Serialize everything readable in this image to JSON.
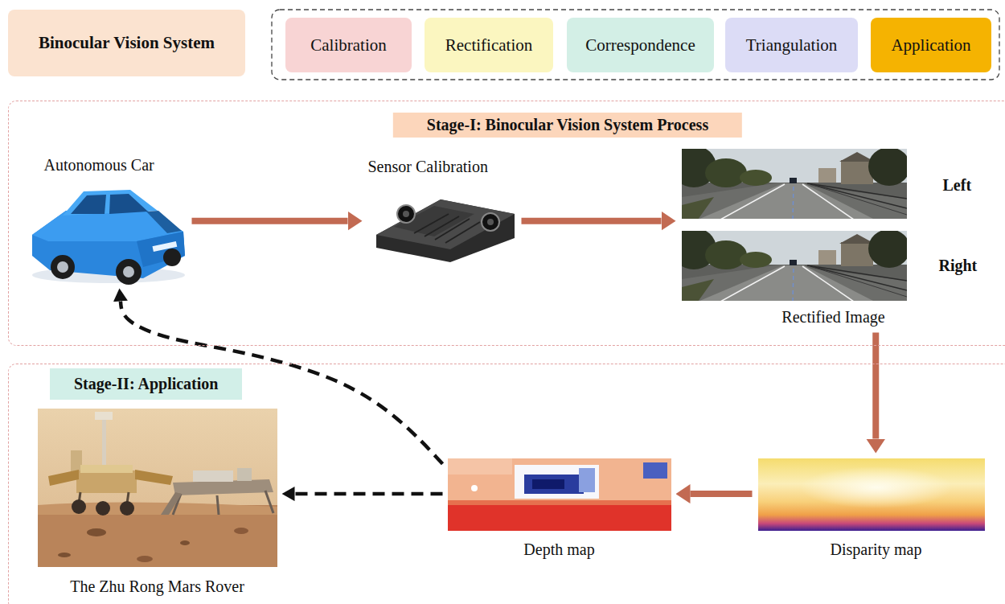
{
  "diagram": {
    "nodes": [
      {
        "text": [
          "Binocular Vision System"
        ]
      },
      {
        "text": [
          "Calibration"
        ]
      },
      {
        "text": [
          "Rectification"
        ]
      },
      {
        "text": [
          "Correspondence"
        ]
      },
      {
        "text": [
          "Triangulation"
        ]
      },
      {
        "text": [
          "Application"
        ]
      },
      {
        "text": [
          "Stage-I: Binocular Vision System Process"
        ]
      },
      {
        "text": [
          "Autonomous Car"
        ],
        "in": 6
      },
      {
        "text": [
          "Sensor Calibration"
        ],
        "in": 6
      },
      {
        "text": [
          "Left",
          "Right",
          "Rectified Image"
        ],
        "in": 6
      },
      {
        "text": [
          "Stage-II: Application"
        ]
      },
      {
        "text": [
          "The Zhu Rong Mars Rover"
        ],
        "in": 10
      },
      {
        "text": [
          "Depth map"
        ],
        "in": 10
      },
      {
        "text": [
          "Disparity map"
        ],
        "in": 10
      }
    ],
    "edges": [
      {
        "from": 7,
        "to": 8,
        "arrow": "to"
      },
      {
        "from": 8,
        "to": 9,
        "arrow": "to"
      },
      {
        "from": 9,
        "to": 13,
        "arrow": "to"
      },
      {
        "from": 13,
        "to": 12,
        "arrow": "to"
      },
      {
        "from": 12,
        "to": 11,
        "arrow": "to"
      },
      {
        "from": 12,
        "to": 7,
        "arrow": "to"
      }
    ]
  }
}
